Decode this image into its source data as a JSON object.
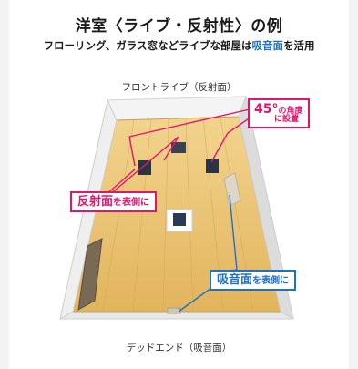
{
  "title": "洋室〈ライブ・反射性〉の例",
  "subtitle": {
    "pre": "フローリング、ガラス窓などライブな部屋は",
    "highlight": "吸音面",
    "post": "を活用"
  },
  "front_label": "フロントライブ（反射面）",
  "rear_label": "デッドエンド（吸音面）",
  "callouts": {
    "angle": {
      "main": "45°",
      "line1": "の角度",
      "line2": "に設置"
    },
    "reflect": {
      "main": "反射面",
      "sub": "を表側に"
    },
    "absorb": {
      "main": "吸音面",
      "sub": "を表側に"
    }
  },
  "colors": {
    "reflect": "#e0166e",
    "absorb": "#1b73c9",
    "floor": "#e8bf6a",
    "wall": "#e9e9e9"
  }
}
